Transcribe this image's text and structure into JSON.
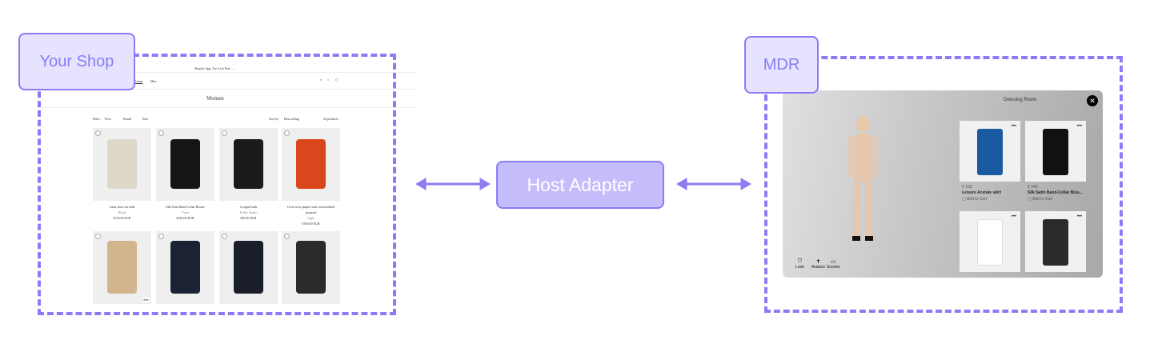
{
  "labels": {
    "shop": "Your Shop",
    "host": "Host Adapter",
    "mdr": "MDR"
  },
  "colors": {
    "accent": "#8b7cf6",
    "label_fill": "#e6e3fe",
    "host_fill": "#c5bdfb"
  },
  "shop": {
    "announcement": "Shopify App: Try it for Free →",
    "nav": [
      "Women",
      "Men"
    ],
    "header_icons": [
      "search-icon",
      "hanger-icon",
      "cart-icon"
    ],
    "title": "Women",
    "filters": {
      "label": "Filter:",
      "items": [
        "Price",
        "Brand",
        "Size"
      ],
      "sort_label": "Sort by:",
      "sort_value": "Best selling",
      "count": "24 products"
    },
    "products": [
      {
        "name": "Luisa short oat milk",
        "brand": "Ritual",
        "price": "€150,00 EUR",
        "color": "#ddd8c8"
      },
      {
        "name": "Silk Satin Band-Collar Blouse",
        "brand": "Vince",
        "price": "€340,00 EUR",
        "color": "#151515"
      },
      {
        "name": "Cropped tank",
        "brand": "Esther Studio",
        "price": "€90,00 EUR",
        "color": "#1a1a1a"
      },
      {
        "name": "Crew neck jumper with vermiculated jacquard",
        "brand": "Aigle",
        "price": "€100,00 EUR",
        "color": "#d9481c"
      }
    ],
    "products_row2": [
      {
        "color": "#d3b58d",
        "badge": "Sale"
      },
      {
        "color": "#1b2233"
      },
      {
        "color": "#1a1e2b"
      },
      {
        "color": "#2a2a2a"
      }
    ]
  },
  "mdr": {
    "title": "Dressing Room",
    "tools": [
      "Look",
      "Avatars",
      "Scenes"
    ],
    "items": [
      {
        "price": "€ 159",
        "name": "Leisure Acetate skirt",
        "cta": "Add to Cart",
        "color": "#1a5aa0"
      },
      {
        "price": "€ 340",
        "name": "Silk Satin Band-Collar Blou...",
        "cta": "Add to Cart",
        "color": "#111"
      },
      {
        "color": "#ffffff"
      },
      {
        "color": "#2b2b2b"
      }
    ]
  }
}
